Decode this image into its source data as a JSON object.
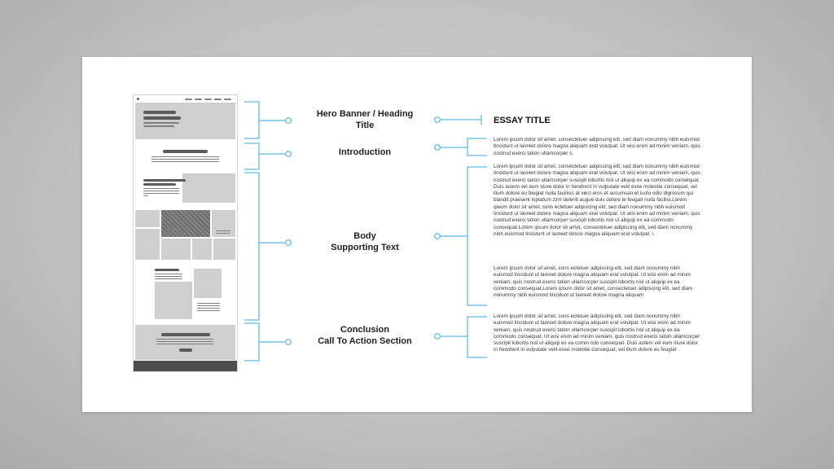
{
  "sections": [
    {
      "id": "hero",
      "lines": [
        "Hero Banner / Heading",
        "Title"
      ]
    },
    {
      "id": "intro",
      "lines": [
        "Introduction"
      ]
    },
    {
      "id": "body",
      "lines": [
        "Body",
        "Supporting Text"
      ]
    },
    {
      "id": "conclusion",
      "lines": [
        "Conclusion",
        "Call To Action Section"
      ]
    }
  ],
  "essay": {
    "title": "ESSAY TITLE",
    "intro": "Lorem ipsum dolor sit amet, consectetuer adipiscing elit, sed diam nonummy nibh euismod tincidunt ut laoreet dolore magna aliquam erat volutpat. Ut wisi enim ad minim veniam, quis nostrud exerci tation ullamcorper s.",
    "body1": "Lorem ipsum dolor sit amet, consectetuer adipiscing elit, sed diam nonummy nibh euismod tincidunt ut laoreet dolore magna aliquam erat volutpat. Ut wisi enim ad minim veniam, quis nostrud exerci tation ullamcorper suscipit lobortis nisl ut aliquip ex ea commodo consequat. Duis autem vel eum iriure dolor in hendrerit in vulputate velit esse molestie consequat, vel illum dolore eu feugiat nulla facilisis at vero eros et accumsan et iusto odio dignissim qui blandit praesent luptatum zzril delenit augue duis dolore te feugait nulla facilisi.Lorem ipsum dolor sit amet, cons ectetuer adipiscing elit, sed diam nonummy nibh euismod tincidunt ut laoreet dolore magna aliquam erat volutpat. Ut wisi enim ad minim veniam, quis nostrud exerci tation ullamcorper suscipit lobortis nisl ut aliquip ex ea commodo consequat.Lorem ipsum dolor sit amet, consectetuer adipiscing elit, sed diam nonummy nibh euismod tincidunt ut laoreet dolore magna aliquam erat volutpat. i.",
    "body2": "Lorem ipsum dolor sit amet, cons ectetuer adipiscing elit, sed diam nonummy nibh euismod tincidunt ut laoreet dolore magna aliquam erat volutpat. Ut wisi enim ad minim veniam, quis nostrud exerci tation ullamcorper suscipit lobortis nisl ut aliquip ex ea commodo consequat.Lorem ipsum dolor sit amet, consectetuer adipiscing elit, sed diam nonummy nibh euismod tincidunt ut laoreet dolore magna aliquam",
    "conclusion": "Lorem ipsum dolor sit amet, cons ectetuer adipiscing elit, sed diam nonummy nibh euismod tincidunt ut laoreet dolore magna aliquam erat volutpat. Ut wisi enim ad minim veniam, quis nostrud exerci tation ullamcorper suscipit lobortis nisl ut aliquip ex ea commodo consequat. Ut wisi enim ad minim veniam, quis nostrud exerci tation ullamcorper suscipit lobortis nisl ut aliquip ex ea comm odo consequat. Duis autem vel eum iriure dolor in hendrerit in vulputate velit esse molestie consequat, vel illum dolore eu feugiat ."
  },
  "colors": {
    "connector": "#3aa6d6",
    "card": "#ffffff",
    "wireframe_block": "#cfcfcf"
  }
}
